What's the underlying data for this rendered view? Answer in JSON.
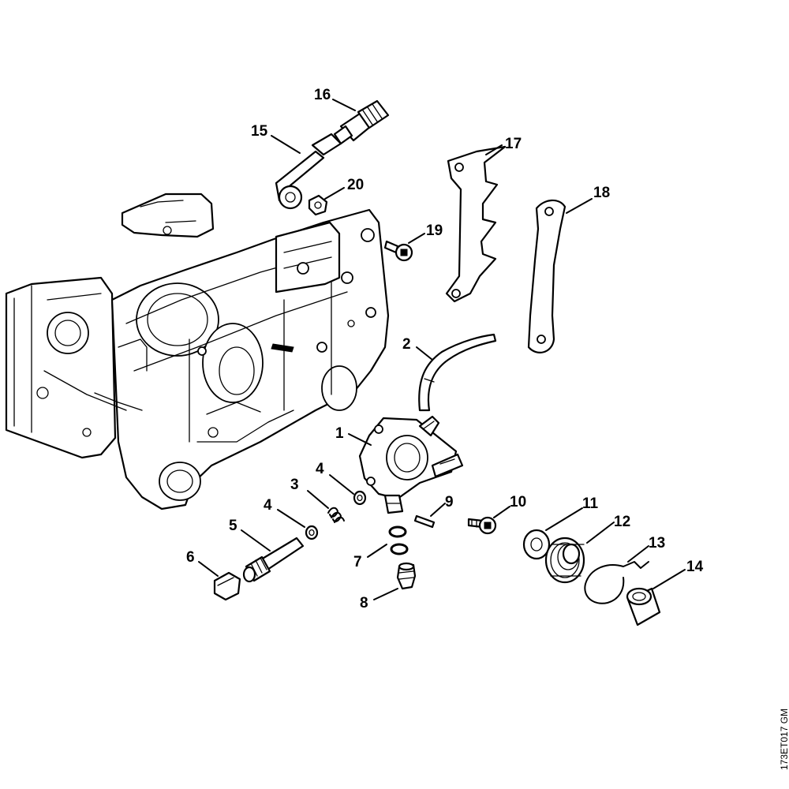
{
  "diagram": {
    "reference_code": "173ET017 GM",
    "callouts": [
      "1",
      "2",
      "3",
      "4",
      "4",
      "5",
      "6",
      "7",
      "8",
      "9",
      "10",
      "11",
      "12",
      "13",
      "14",
      "15",
      "16",
      "17",
      "18",
      "19",
      "20"
    ]
  }
}
